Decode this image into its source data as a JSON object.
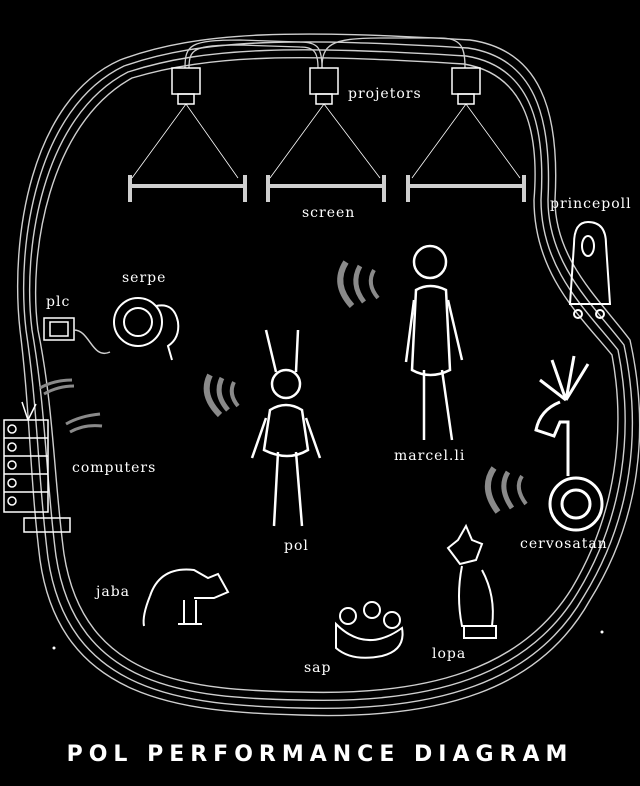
{
  "title": "POL PERFORMANCE DIAGRAM",
  "labels": {
    "projetors": "projetors",
    "screen": "screen",
    "princepoll": "princepoll",
    "serpe": "serpe",
    "plc": "plc",
    "computers": "computers",
    "pol": "pol",
    "marcelli": "marcel.li",
    "cervosatan": "cervosatan",
    "jaba": "jaba",
    "sap": "sap",
    "lopa": "lopa"
  },
  "colors": {
    "background": "#000000",
    "ink": "#ffffff",
    "wave": "#9a9a9a"
  }
}
